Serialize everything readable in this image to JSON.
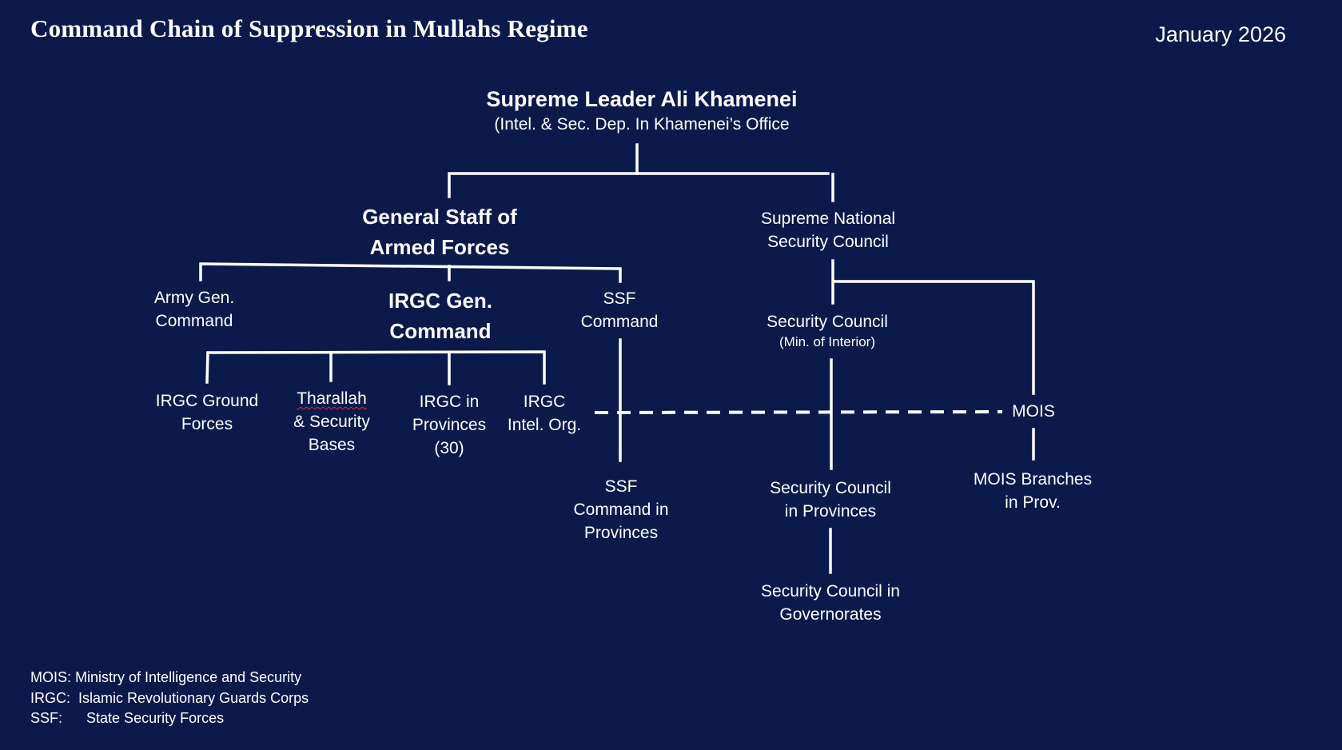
{
  "header": {
    "title": "Command Chain of Suppression in Mullahs Regime",
    "date": "January 2026"
  },
  "colors": {
    "background": "#0b1a4b",
    "text": "#ffffff",
    "lines": "#ffffff"
  },
  "nodes": {
    "supreme_leader": {
      "line1": "Supreme Leader Ali Khamenei",
      "line2": "(Intel. & Sec. Dep. In Khamenei’s Office"
    },
    "general_staff": {
      "line1": "General Staff of",
      "line2": "Armed Forces"
    },
    "snsc": {
      "line1": "Supreme National",
      "line2": "Security Council"
    },
    "army_gen": {
      "line1": "Army Gen.",
      "line2": "Command"
    },
    "irgc_gen": {
      "line1": "IRGC Gen.",
      "line2": "Command"
    },
    "ssf_command": {
      "line1": "SSF",
      "line2": "Command"
    },
    "security_council": {
      "line1": "Security Council",
      "line2": "(Min. of Interior)"
    },
    "irgc_ground": {
      "line1": "IRGC Ground",
      "line2": "Forces"
    },
    "tharallah": {
      "line1": "Tharallah",
      "line2": "& Security",
      "line3": "Bases"
    },
    "irgc_provinces": {
      "line1": "IRGC in",
      "line2": "Provinces",
      "line3": "(30)"
    },
    "irgc_intel": {
      "line1": "IRGC",
      "line2": "Intel. Org."
    },
    "mois": {
      "line1": "MOIS"
    },
    "ssf_provinces": {
      "line1": "SSF",
      "line2": "Command in",
      "line3": "Provinces"
    },
    "sc_provinces": {
      "line1": "Security Council",
      "line2": "in Provinces"
    },
    "sc_governorates": {
      "line1": "Security Council in",
      "line2": "Governorates"
    },
    "mois_branches": {
      "line1": "MOIS Branches",
      "line2": "in Prov."
    }
  },
  "edges": [
    {
      "from": "supreme_leader",
      "to": "general_staff",
      "style": "solid"
    },
    {
      "from": "supreme_leader",
      "to": "snsc",
      "style": "solid"
    },
    {
      "from": "general_staff",
      "to": "army_gen",
      "style": "solid"
    },
    {
      "from": "general_staff",
      "to": "irgc_gen",
      "style": "solid"
    },
    {
      "from": "general_staff",
      "to": "ssf_command",
      "style": "solid"
    },
    {
      "from": "irgc_gen",
      "to": "irgc_ground",
      "style": "solid"
    },
    {
      "from": "irgc_gen",
      "to": "tharallah",
      "style": "solid"
    },
    {
      "from": "irgc_gen",
      "to": "irgc_provinces",
      "style": "solid"
    },
    {
      "from": "irgc_gen",
      "to": "irgc_intel",
      "style": "solid"
    },
    {
      "from": "ssf_command",
      "to": "ssf_provinces",
      "style": "solid"
    },
    {
      "from": "snsc",
      "to": "security_council",
      "style": "solid"
    },
    {
      "from": "snsc",
      "to": "mois",
      "style": "solid"
    },
    {
      "from": "security_council",
      "to": "sc_provinces",
      "style": "solid"
    },
    {
      "from": "sc_provinces",
      "to": "sc_governorates",
      "style": "solid"
    },
    {
      "from": "mois",
      "to": "mois_branches",
      "style": "solid"
    },
    {
      "from": "irgc_intel",
      "to": "mois",
      "style": "dashed"
    }
  ],
  "legend": [
    {
      "abbr": "MOIS:",
      "text": "Ministry of Intelligence and Security"
    },
    {
      "abbr": "IRGC:",
      "text": "Islamic Revolutionary Guards Corps"
    },
    {
      "abbr": "SSF:",
      "text": "State Security Forces"
    }
  ]
}
